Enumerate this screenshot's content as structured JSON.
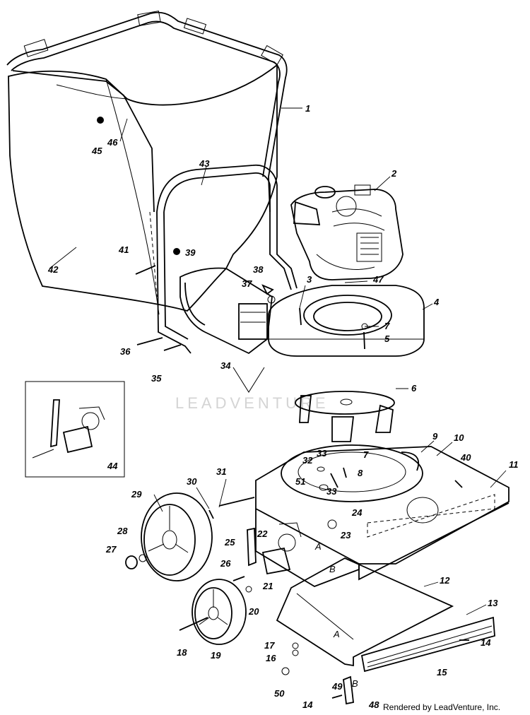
{
  "watermark": "LEADVENTURE",
  "footer": "Rendered by LeadVenture, Inc.",
  "parts": [
    "1",
    "2",
    "3",
    "4",
    "5",
    "6",
    "7",
    "7",
    "8",
    "9",
    "10",
    "11",
    "12",
    "13",
    "14",
    "14",
    "15",
    "16",
    "17",
    "18",
    "19",
    "20",
    "21",
    "22",
    "23",
    "24",
    "25",
    "26",
    "27",
    "28",
    "29",
    "30",
    "31",
    "32",
    "33",
    "33",
    "34",
    "35",
    "36",
    "37",
    "38",
    "39",
    "40",
    "41",
    "42",
    "43",
    "44",
    "45",
    "46",
    "47",
    "48",
    "49",
    "50",
    "51"
  ],
  "refs": [
    "A",
    "A",
    "B",
    "B"
  ]
}
